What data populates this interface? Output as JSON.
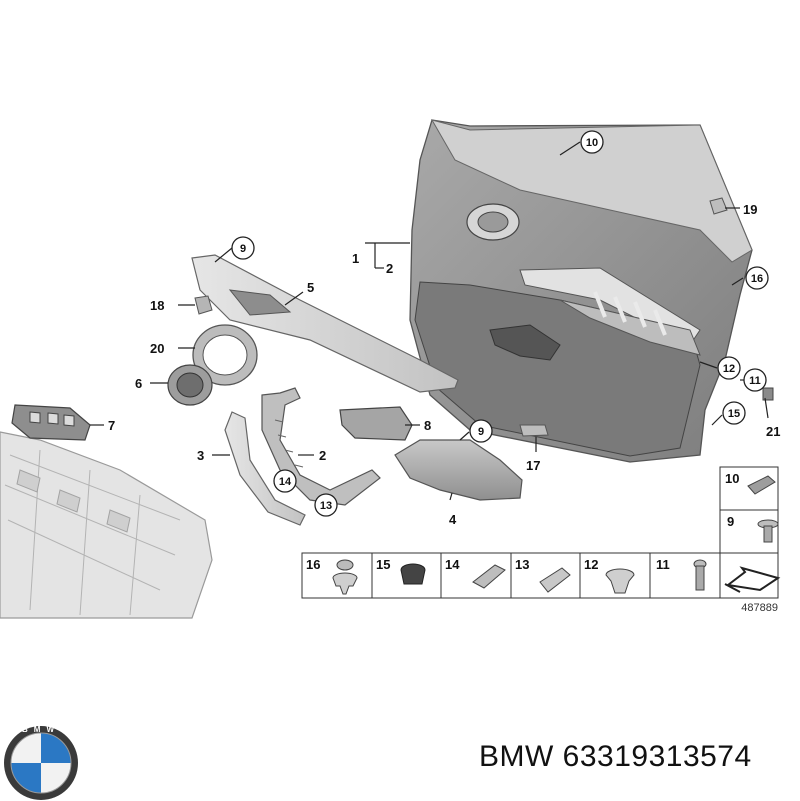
{
  "diagram": {
    "reference_number": "487889",
    "callouts": [
      {
        "id": "c10",
        "label": "10"
      },
      {
        "id": "c9a",
        "label": "9"
      },
      {
        "id": "c9b",
        "label": "9"
      },
      {
        "id": "c16",
        "label": "16"
      },
      {
        "id": "c12",
        "label": "12"
      },
      {
        "id": "c11",
        "label": "11"
      },
      {
        "id": "c15",
        "label": "15"
      },
      {
        "id": "c14",
        "label": "14"
      },
      {
        "id": "c13",
        "label": "13"
      }
    ],
    "labels": [
      {
        "id": "l1",
        "label": "1"
      },
      {
        "id": "l2a",
        "label": "2"
      },
      {
        "id": "l19",
        "label": "19"
      },
      {
        "id": "l5",
        "label": "5"
      },
      {
        "id": "l18",
        "label": "18"
      },
      {
        "id": "l20",
        "label": "20"
      },
      {
        "id": "l6",
        "label": "6"
      },
      {
        "id": "l7",
        "label": "7"
      },
      {
        "id": "l3",
        "label": "3"
      },
      {
        "id": "l2b",
        "label": "2"
      },
      {
        "id": "l8",
        "label": "8"
      },
      {
        "id": "l4",
        "label": "4"
      },
      {
        "id": "l17",
        "label": "17"
      },
      {
        "id": "l21",
        "label": "21"
      }
    ],
    "parts_table": {
      "cells": [
        {
          "label": "16"
        },
        {
          "label": "15"
        },
        {
          "label": "14"
        },
        {
          "label": "13"
        },
        {
          "label": "12"
        },
        {
          "label": "11"
        }
      ],
      "side_cells": [
        {
          "label": "10"
        },
        {
          "label": "9"
        }
      ]
    }
  },
  "brand": {
    "name_and_part": "BMW 63319313574",
    "logo_letters": "BMW"
  }
}
